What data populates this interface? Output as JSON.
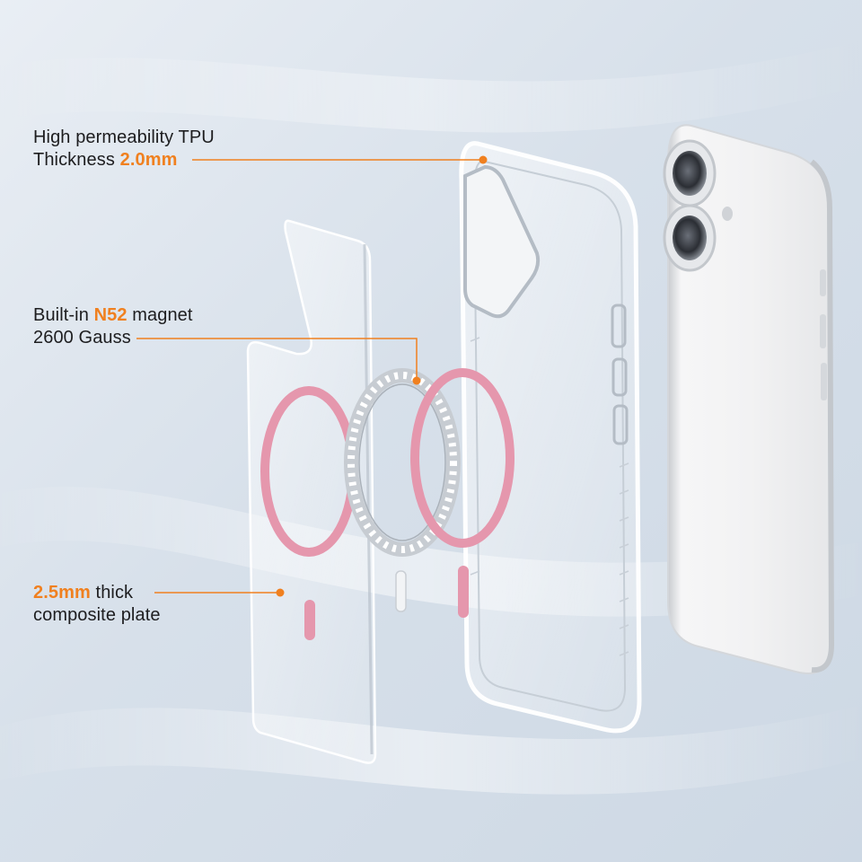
{
  "callouts": {
    "tpu": {
      "line1": "High permeability TPU",
      "line2_prefix": "Thickness ",
      "line2_highlight": "2.0mm"
    },
    "magnet": {
      "line1_prefix": "Built-in ",
      "line1_highlight": "N52",
      "line1_suffix": " magnet",
      "line2": "2600 Gauss"
    },
    "plate": {
      "line1_highlight": "2.5mm",
      "line1_suffix": " thick",
      "line2": "composite plate"
    }
  },
  "colors": {
    "accent": "#f0801f",
    "magsafe_ring": "#e597ad",
    "text": "#1d1d1f"
  },
  "icons": {
    "callout_dot": "orange-dot"
  }
}
